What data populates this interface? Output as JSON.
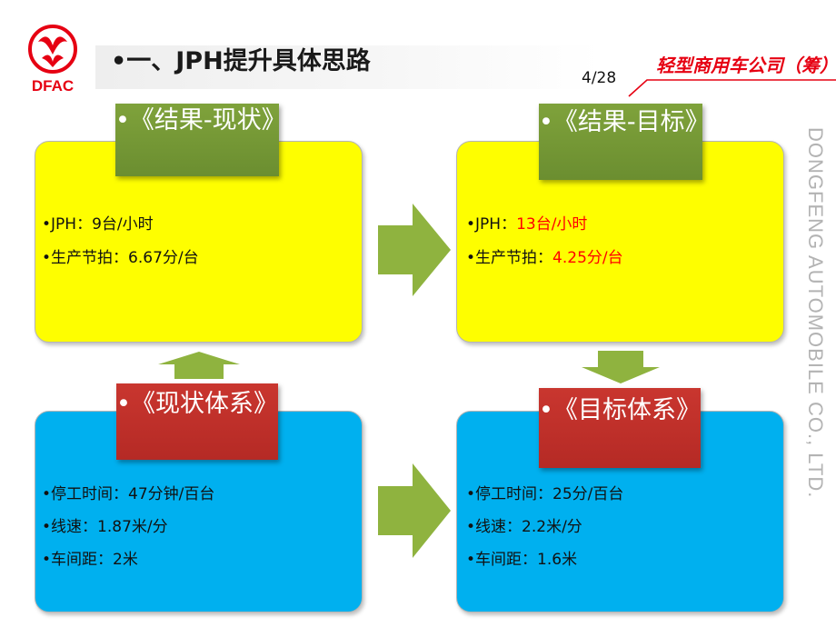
{
  "header": {
    "title": "•一、JPH提升具体思路",
    "page_number": "4/28",
    "company": "轻型商用车公司（筹）",
    "logo_text": "DFAC",
    "vertical_text": "DONGFENG AUTOMOBILE CO., LTD."
  },
  "colors": {
    "accent_red": "#e60012",
    "result_card": "#fefe00",
    "system_card": "#00b0ef",
    "arrow_green": "#8fb33f",
    "tag_green": "#76983a",
    "tag_red": "#be302a"
  },
  "current_result": {
    "tag": "•《结果-现状》",
    "jph_label": "•JPH：",
    "jph_value": "9台/小时",
    "takt_label": "•生产节拍：",
    "takt_value": "6.67分/台"
  },
  "target_result": {
    "tag": "•《结果-目标》",
    "jph_label": "•JPH：",
    "jph_value": "13台/小时",
    "takt_label": "•生产节拍：",
    "takt_value": "4.25分/台"
  },
  "current_system": {
    "tag": "•《现状体系》",
    "items": [
      "•停工时间：47分钟/百台",
      "•线速：1.87米/分",
      "•车间距：2米"
    ]
  },
  "target_system": {
    "tag": "•《目标体系》",
    "items": [
      "•停工时间：25分/百台",
      "•线速：2.2米/分",
      "•车间距：1.6米"
    ]
  },
  "arrows": [
    "arrow-right-icon",
    "arrow-up-icon",
    "arrow-down-icon",
    "arrow-right-icon"
  ]
}
